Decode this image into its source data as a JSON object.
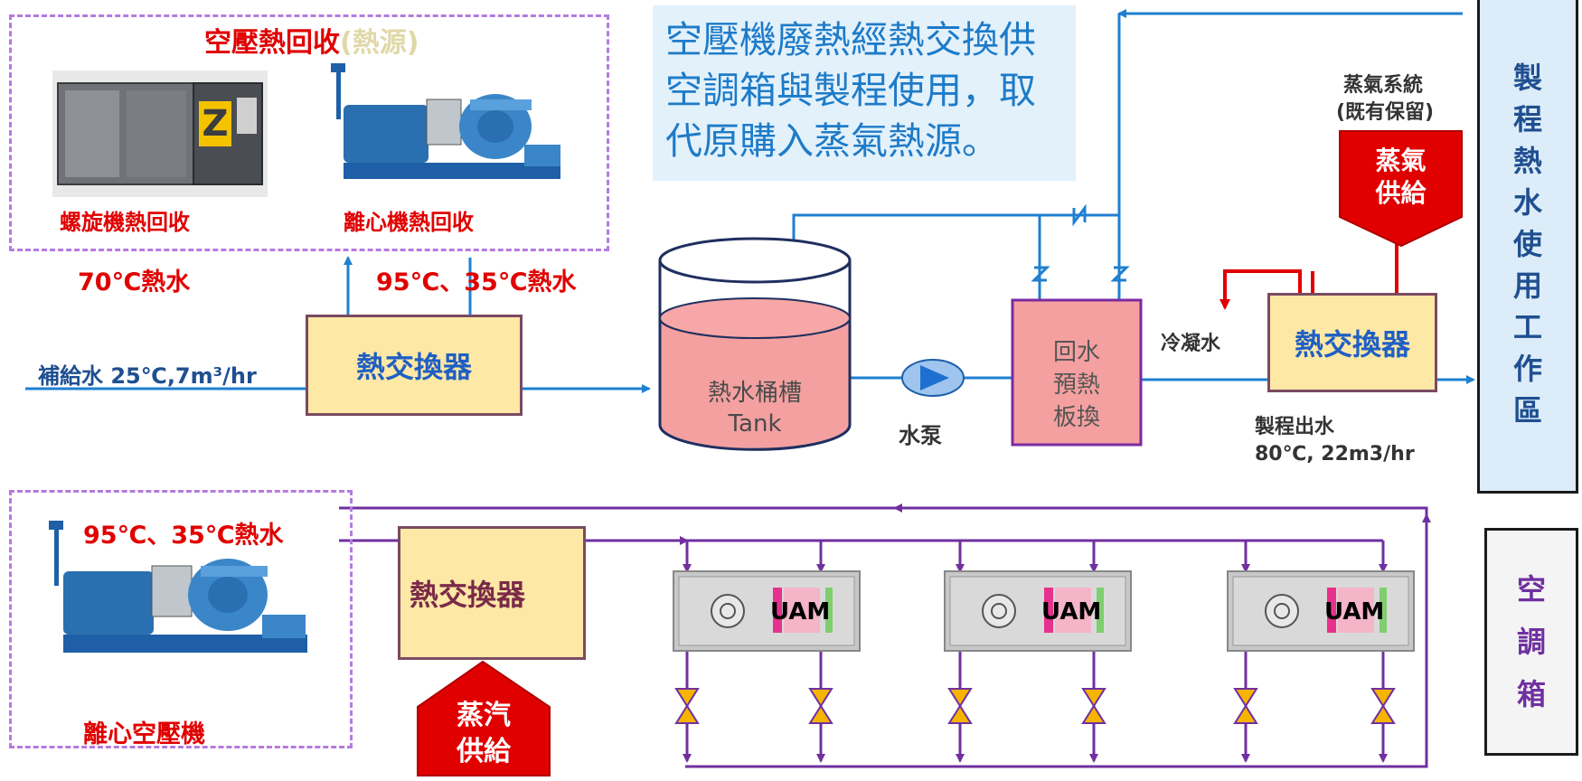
{
  "top_left_box": {
    "title": "空壓熱回收",
    "title_faded": "(熱源)",
    "screw_label": "螺旋機熱回收",
    "centrifugal_label": "離心機熱回收",
    "screw_logo": "Z"
  },
  "labels": {
    "hot_water_70": "70℃熱水",
    "hot_water_95_top": "95℃、35℃熱水",
    "hot_water_95_bottom": "95℃、35℃熱水",
    "makeup_water": "補給水 25℃,7m³/hr",
    "pump": "水泵",
    "condensate": "冷凝水",
    "steam_system_line1": "蒸氣系統",
    "steam_system_line2": "(既有保留)",
    "process_out_line1": "製程出水",
    "process_out_line2": "80℃, 22m3/hr",
    "centrifugal_compressor": "離心空壓機"
  },
  "heat_exchangers": {
    "top_left": "熱交換器",
    "top_right": "熱交換器",
    "bottom": "熱交換器"
  },
  "tank": {
    "line1": "熱水桶槽",
    "line2": "Tank"
  },
  "plate_hx": {
    "line1": "回水",
    "line2": "預熱",
    "line3": "板換"
  },
  "steam_supply_top": {
    "line1": "蒸氣",
    "line2": "供給"
  },
  "steam_supply_bottom": {
    "line1": "蒸汽",
    "line2": "供給"
  },
  "note": "空壓機廢熱經熱交換供空調箱與製程使用，取代原購入蒸氣熱源。",
  "side_panels": {
    "process": [
      "製",
      "程",
      "熱",
      "水",
      "使",
      "用",
      "工",
      "作",
      "區"
    ],
    "ahu": [
      "空",
      "調",
      "箱"
    ]
  },
  "uam_units": [
    "UAM",
    "UAM",
    "UAM"
  ],
  "colors": {
    "blue_pipe": "#1f7fd0",
    "purple_pipe": "#7030a0",
    "red_pipe": "#e00000",
    "dashed_border": "#b57be0",
    "hx_fill": "#fde8a6",
    "tank_fill": "#f4a0a0",
    "note_bg": "#e3f1fb",
    "process_panel_bg": "#dcecf8",
    "ahu_panel_bg": "#f4f4f4"
  }
}
